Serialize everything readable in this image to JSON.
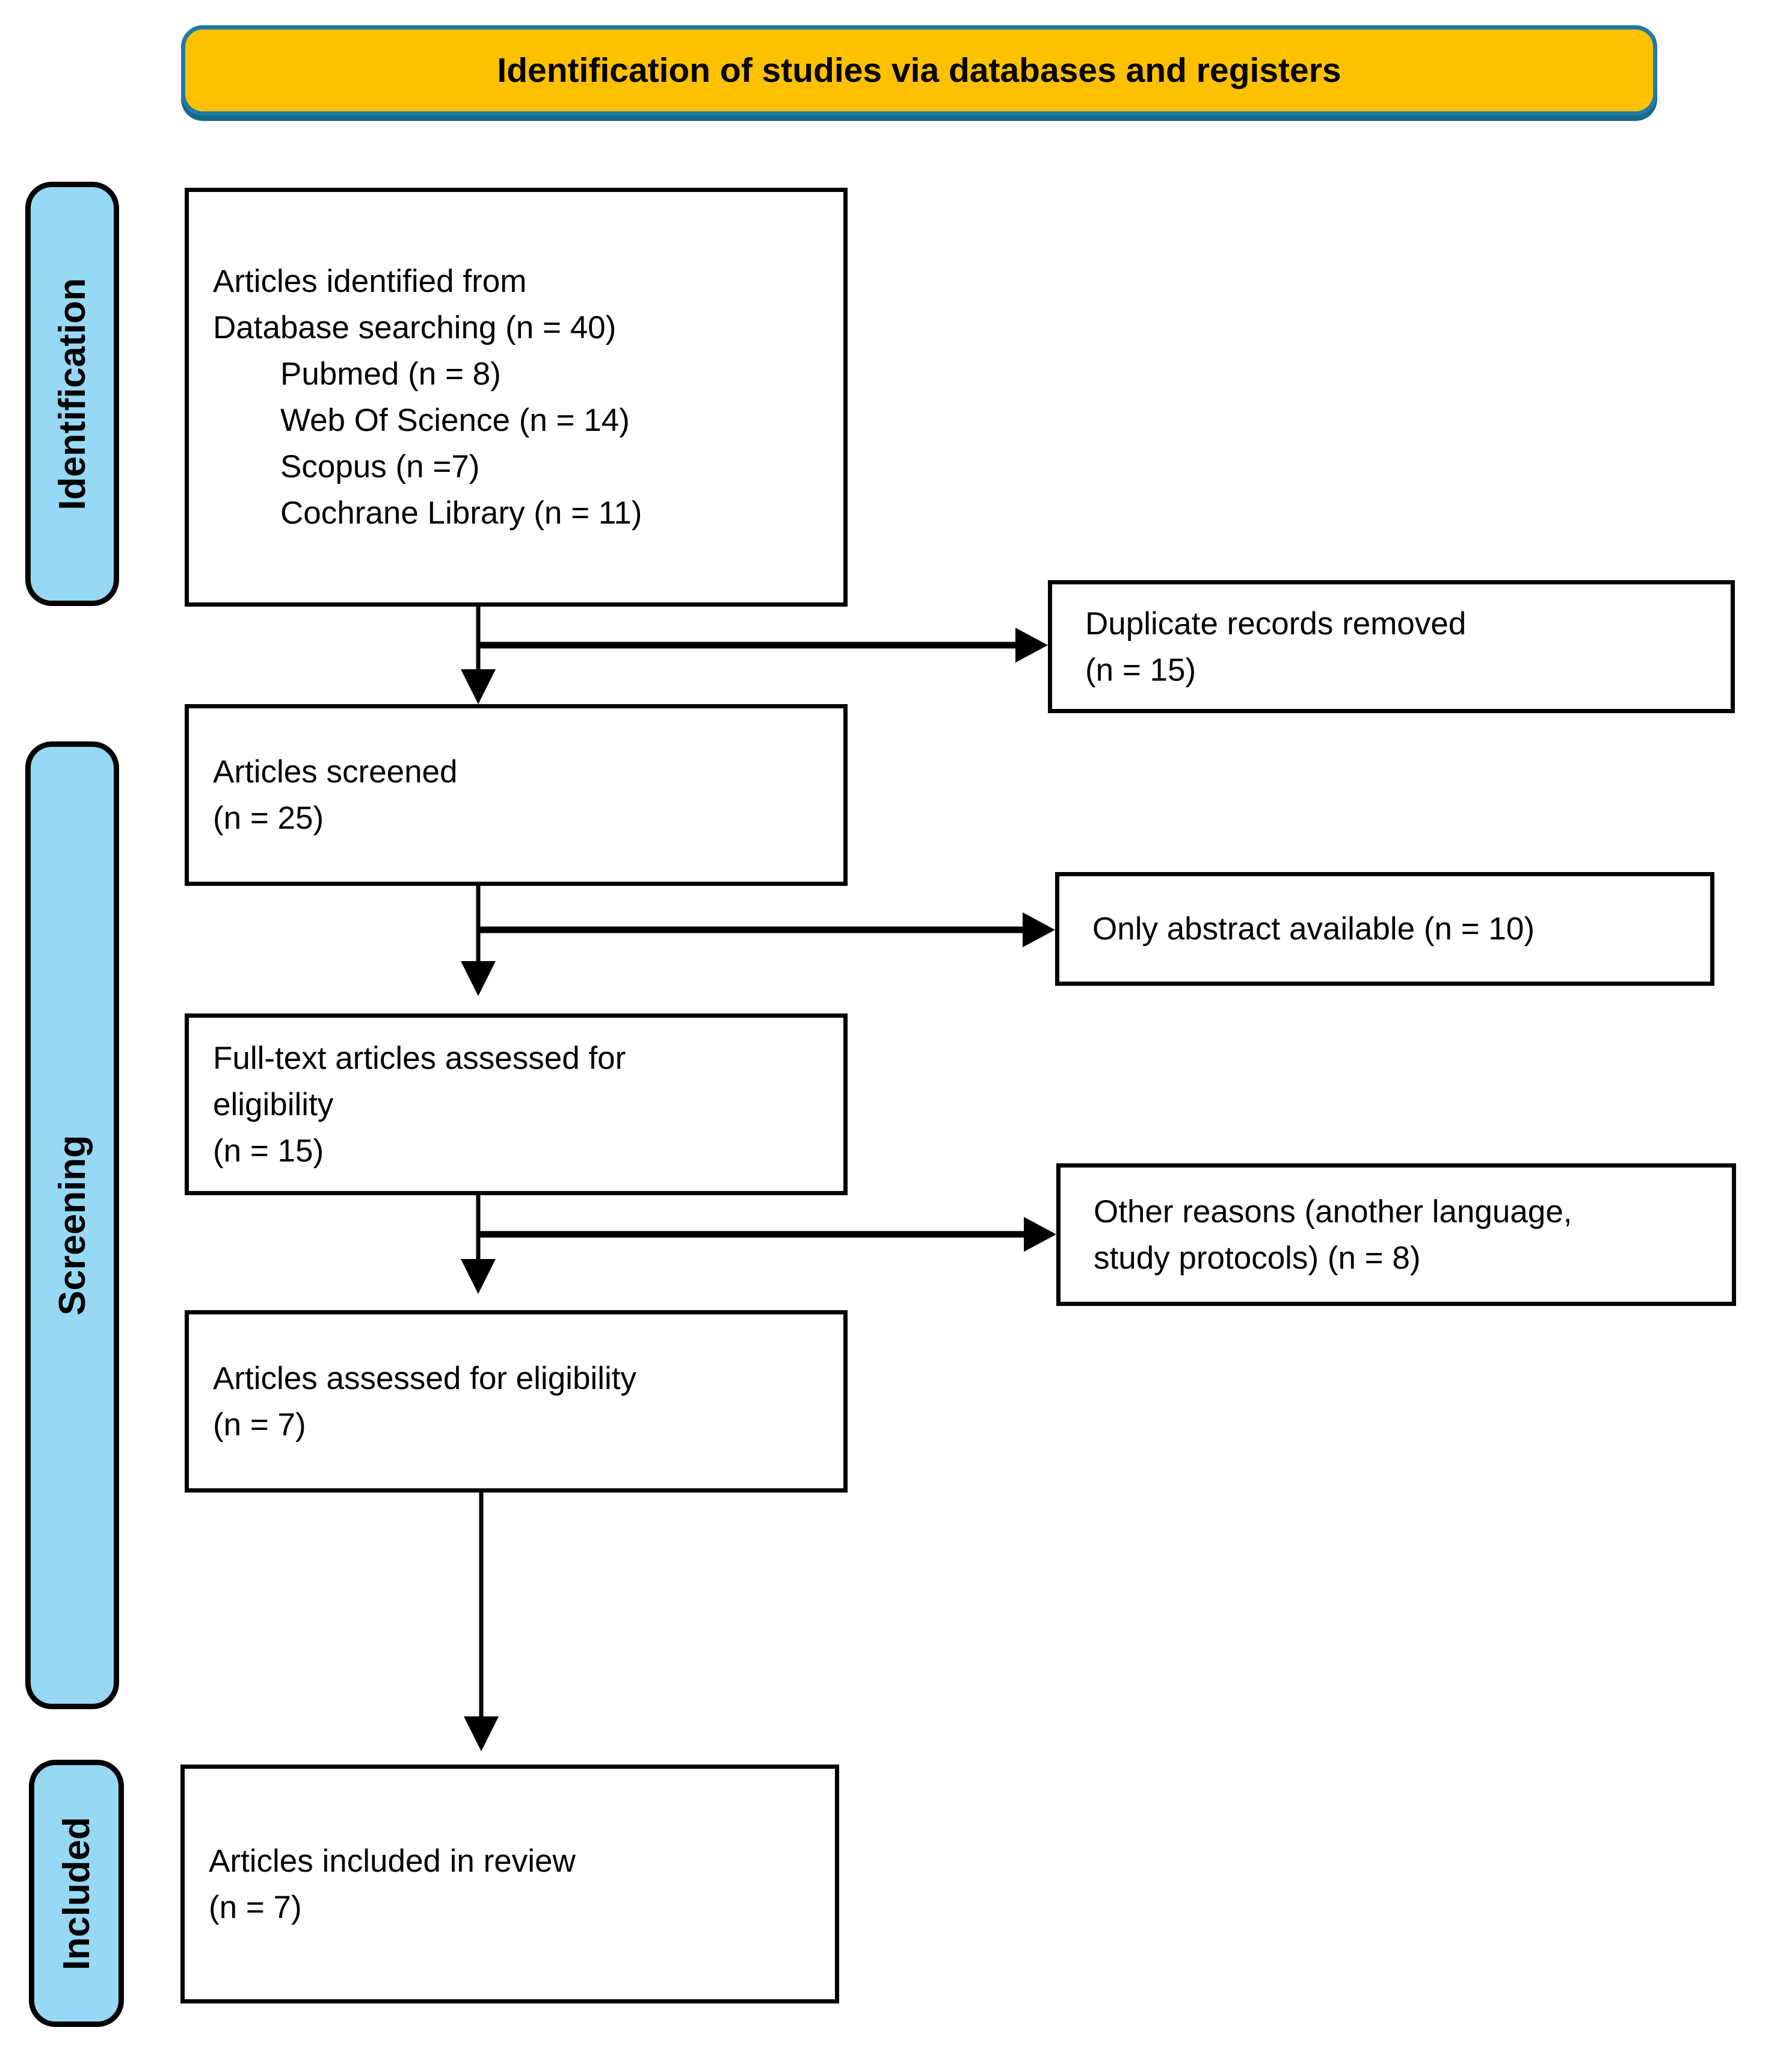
{
  "banner": {
    "title": "Identification of studies via databases and registers"
  },
  "sidebar": {
    "identification": "Identification",
    "screening": "Screening",
    "included": "Included"
  },
  "flow": {
    "identified": {
      "line1": "Articles identified from",
      "line2": "Database searching (n = 40)",
      "items": [
        "Pubmed (n = 8)",
        "Web Of Science (n = 14)",
        "Scopus (n =7)",
        "Cochrane Library (n = 11)"
      ]
    },
    "screened": {
      "line1": "Articles screened",
      "line2": "(n = 25)"
    },
    "fulltext": {
      "line1": "Full-text articles assessed for",
      "line2": "eligibility",
      "line3": "(n = 15)"
    },
    "assessed": {
      "line1": "Articles assessed for eligibility",
      "line2": "(n = 7)"
    },
    "included": {
      "line1": "Articles included in review",
      "line2": "(n = 7)"
    }
  },
  "exclusions": {
    "duplicates": {
      "line1": "Duplicate records removed",
      "line2": "(n = 15)"
    },
    "abstract_only": {
      "line1": "Only abstract available (n = 10)"
    },
    "other_reasons": {
      "line1": "Other reasons (another language,",
      "line2": "study protocols) (n = 8)"
    }
  },
  "colors": {
    "banner_fill": "#FFC000",
    "banner_border": "#1E7BA6",
    "stage_fill": "#97D9F4",
    "box_border": "#000000",
    "arrow": "#000000",
    "text": "#000000",
    "background": "#FFFFFF"
  }
}
